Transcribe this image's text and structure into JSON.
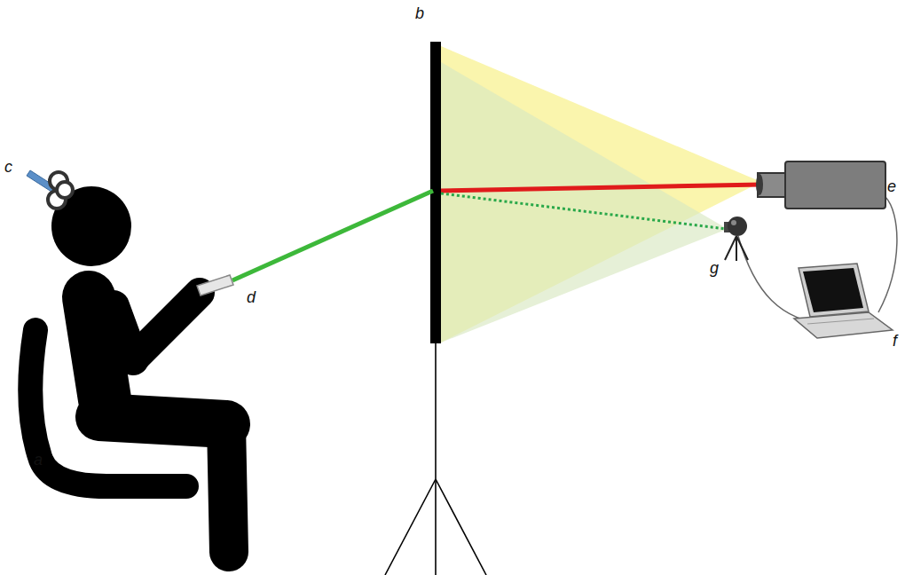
{
  "diagram": {
    "labels": [
      "b",
      "c",
      "e",
      "d",
      "g",
      "f",
      "a"
    ]
  }
}
